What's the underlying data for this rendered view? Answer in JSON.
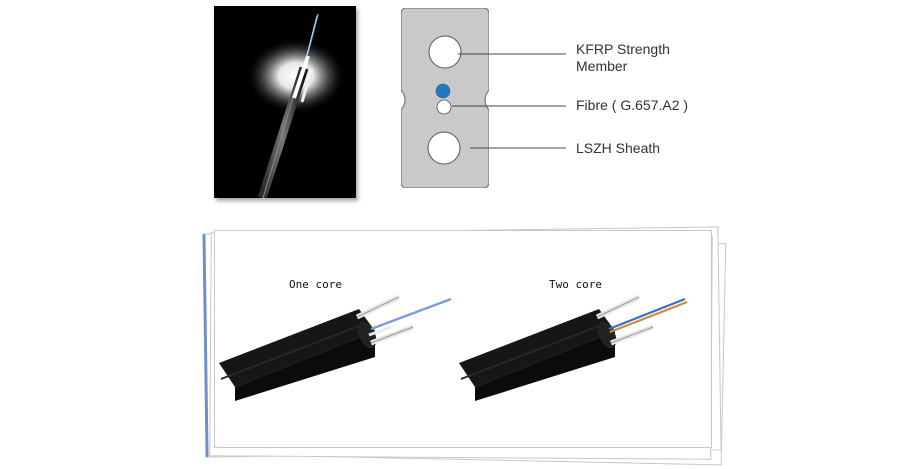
{
  "labels": {
    "strength_member": [
      "KFRP Strength",
      "Member"
    ],
    "fibre": "Fibre ( G.657.A2 )",
    "sheath": "LSZH Sheath"
  },
  "cable_variants": {
    "one_core": "One core",
    "two_core": "Two core"
  },
  "colors": {
    "fibre_blue": "#1f78c8",
    "section_gray": "#c9c9c9",
    "cable_black": "#141414"
  }
}
